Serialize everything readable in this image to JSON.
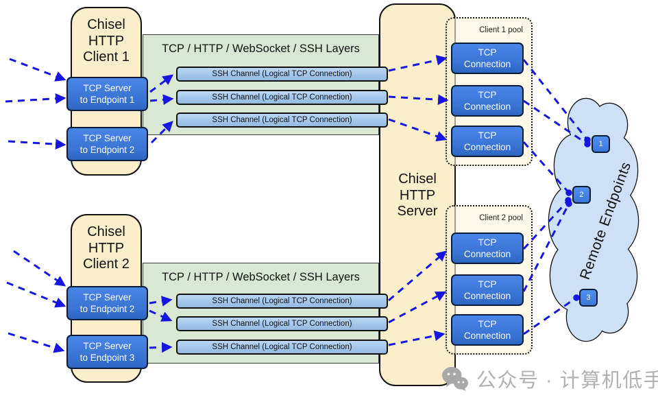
{
  "clients": [
    {
      "lines": [
        "Chisel",
        "HTTP",
        "Client 1"
      ]
    },
    {
      "lines": [
        "Chisel",
        "HTTP",
        "Client 2"
      ]
    }
  ],
  "server": {
    "lines": [
      "Chisel",
      "HTTP",
      "Server"
    ]
  },
  "layer_bands": [
    {
      "label": "TCP / HTTP / WebSocket / SSH Layers",
      "channels": [
        "SSH Channel (Logical TCP Connection)",
        "SSH Channel (Logical TCP Connection)",
        "SSH Channel (Logical TCP Connection)"
      ]
    },
    {
      "label": "TCP / HTTP / WebSocket / SSH Layers",
      "channels": [
        "SSH Channel (Logical TCP Connection)",
        "SSH Channel (Logical TCP Connection)",
        "SSH Channel (Logical TCP Connection)"
      ]
    }
  ],
  "tcp_servers": [
    {
      "line1": "TCP Server",
      "line2": "to Endpoint 1"
    },
    {
      "line1": "TCP Server",
      "line2": "to Endpoint 2"
    },
    {
      "line1": "TCP Server",
      "line2": "to Endpoint 2"
    },
    {
      "line1": "TCP Server",
      "line2": "to Endpoint 3"
    }
  ],
  "pools": [
    {
      "label": "Client 1 pool",
      "connections": [
        {
          "line1": "TCP",
          "line2": "Connection"
        },
        {
          "line1": "TCP",
          "line2": "Connection"
        },
        {
          "line1": "TCP",
          "line2": "Connection"
        }
      ]
    },
    {
      "label": "Client 2 pool",
      "connections": [
        {
          "line1": "TCP",
          "line2": "Connection"
        },
        {
          "line1": "TCP",
          "line2": "Connection"
        },
        {
          "line1": "TCP",
          "line2": "Connection"
        }
      ]
    }
  ],
  "cloud": {
    "label": "Remote Endpoints",
    "endpoints": [
      "1",
      "2",
      "3"
    ]
  },
  "watermark": {
    "text": "公众号 · 计算机低手"
  },
  "colors": {
    "panel_cream": "#faeecb",
    "pool_cream": "#fdf6dc",
    "band_green": "#d9e8d3",
    "box_blue": "#3c78d8",
    "channel_blue": "#a3c6ec",
    "cloud_blue": "#cde0f5",
    "arrow_blue": "#1616e0",
    "watermark_gray": "#b1b1b1"
  }
}
